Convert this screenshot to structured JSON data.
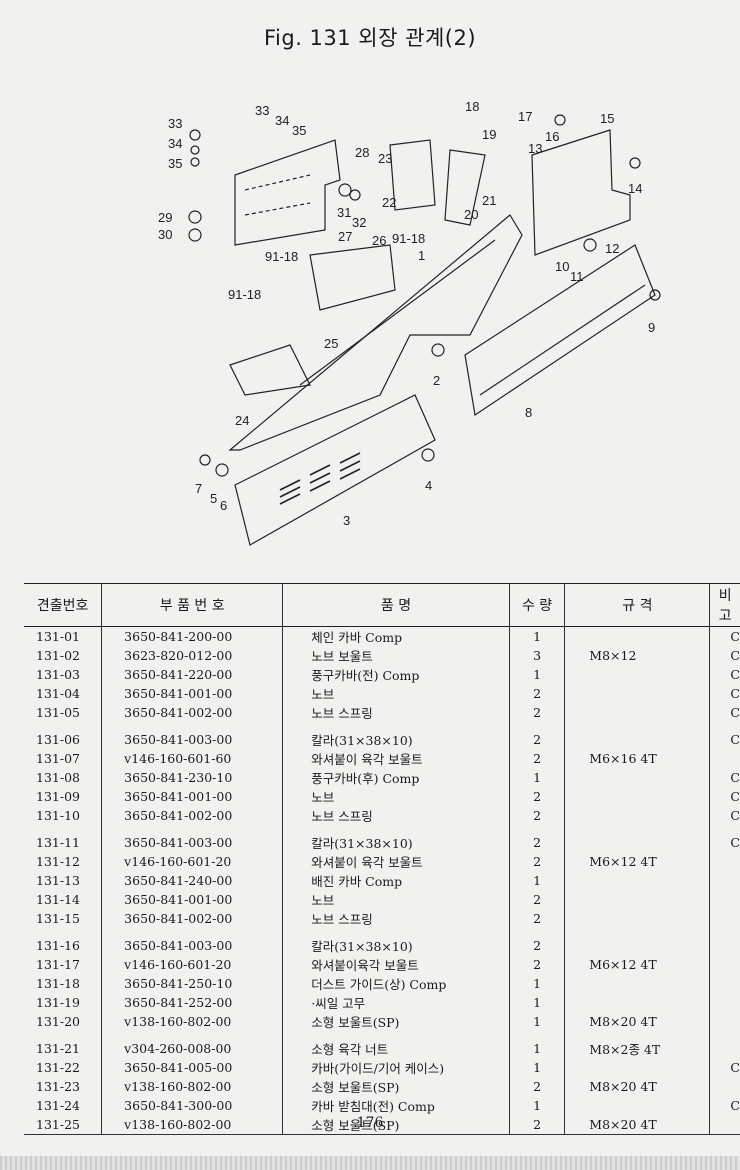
{
  "page": {
    "title": "Fig. 131 외장 관계(2)",
    "page_number": "176"
  },
  "diagram": {
    "callouts": [
      "33",
      "34",
      "35",
      "28",
      "23",
      "18",
      "19",
      "17",
      "15",
      "16",
      "13",
      "14",
      "29",
      "30",
      "31",
      "32",
      "22",
      "20",
      "21",
      "27",
      "26",
      "91-18",
      "1",
      "12",
      "10",
      "11",
      "9",
      "91-18",
      "25",
      "2",
      "8",
      "24",
      "4",
      "7",
      "5",
      "6",
      "3"
    ]
  },
  "table": {
    "headers": {
      "ref": "견출번호",
      "part_no": "부 품 번 호",
      "name": "품 명",
      "qty": "수 량",
      "spec": "규 격",
      "remark": "비 고"
    },
    "rows": [
      {
        "ref": "131-01",
        "part_no": "3650-841-200-00",
        "name": "체인 카바 Comp",
        "qty": "1",
        "spec": "",
        "remark": "C"
      },
      {
        "ref": "131-02",
        "part_no": "3623-820-012-00",
        "name": "노브 보울트",
        "qty": "3",
        "spec": "M8×12",
        "remark": "C"
      },
      {
        "ref": "131-03",
        "part_no": "3650-841-220-00",
        "name": "풍구카바(전) Comp",
        "qty": "1",
        "spec": "",
        "remark": "C"
      },
      {
        "ref": "131-04",
        "part_no": "3650-841-001-00",
        "name": "노브",
        "qty": "2",
        "spec": "",
        "remark": "C"
      },
      {
        "ref": "131-05",
        "part_no": "3650-841-002-00",
        "name": "노브 스프링",
        "qty": "2",
        "spec": "",
        "remark": "C"
      },
      {
        "ref": "131-06",
        "part_no": "3650-841-003-00",
        "name": "칼라(31×38×10)",
        "qty": "2",
        "spec": "",
        "remark": "C"
      },
      {
        "ref": "131-07",
        "part_no": "v146-160-601-60",
        "name": "와셔붙이 육각 보울트",
        "qty": "2",
        "spec": "M6×16 4T",
        "remark": ""
      },
      {
        "ref": "131-08",
        "part_no": "3650-841-230-10",
        "name": "풍구카바(후) Comp",
        "qty": "1",
        "spec": "",
        "remark": "C"
      },
      {
        "ref": "131-09",
        "part_no": "3650-841-001-00",
        "name": "노브",
        "qty": "2",
        "spec": "",
        "remark": "C"
      },
      {
        "ref": "131-10",
        "part_no": "3650-841-002-00",
        "name": "노브 스프링",
        "qty": "2",
        "spec": "",
        "remark": "C"
      },
      {
        "ref": "131-11",
        "part_no": "3650-841-003-00",
        "name": "칼라(31×38×10)",
        "qty": "2",
        "spec": "",
        "remark": "C"
      },
      {
        "ref": "131-12",
        "part_no": "v146-160-601-20",
        "name": "와셔붙이 육각 보울트",
        "qty": "2",
        "spec": "M6×12 4T",
        "remark": ""
      },
      {
        "ref": "131-13",
        "part_no": "3650-841-240-00",
        "name": "배진 카바 Comp",
        "qty": "1",
        "spec": "",
        "remark": ""
      },
      {
        "ref": "131-14",
        "part_no": "3650-841-001-00",
        "name": "노브",
        "qty": "2",
        "spec": "",
        "remark": ""
      },
      {
        "ref": "131-15",
        "part_no": "3650-841-002-00",
        "name": "노브 스프링",
        "qty": "2",
        "spec": "",
        "remark": ""
      },
      {
        "ref": "131-16",
        "part_no": "3650-841-003-00",
        "name": "칼라(31×38×10)",
        "qty": "2",
        "spec": "",
        "remark": ""
      },
      {
        "ref": "131-17",
        "part_no": "v146-160-601-20",
        "name": "와셔붙이육각 보울트",
        "qty": "2",
        "spec": "M6×12 4T",
        "remark": ""
      },
      {
        "ref": "131-18",
        "part_no": "3650-841-250-10",
        "name": "더스트 가이드(상) Comp",
        "qty": "1",
        "spec": "",
        "remark": ""
      },
      {
        "ref": "131-19",
        "part_no": "3650-841-252-00",
        "name": "·씨일 고무",
        "qty": "1",
        "spec": "",
        "remark": ""
      },
      {
        "ref": "131-20",
        "part_no": "v138-160-802-00",
        "name": "소형 보울트(SP)",
        "qty": "1",
        "spec": "M8×20 4T",
        "remark": ""
      },
      {
        "ref": "131-21",
        "part_no": "v304-260-008-00",
        "name": "소형 육각 너트",
        "qty": "1",
        "spec": "M8×2종 4T",
        "remark": ""
      },
      {
        "ref": "131-22",
        "part_no": "3650-841-005-00",
        "name": "카바(가이드/기어 케이스)",
        "qty": "1",
        "spec": "",
        "remark": "C"
      },
      {
        "ref": "131-23",
        "part_no": "v138-160-802-00",
        "name": "소형 보울트(SP)",
        "qty": "2",
        "spec": "M8×20 4T",
        "remark": ""
      },
      {
        "ref": "131-24",
        "part_no": "3650-841-300-00",
        "name": "카바 받침대(전) Comp",
        "qty": "1",
        "spec": "",
        "remark": "C"
      },
      {
        "ref": "131-25",
        "part_no": "v138-160-802-00",
        "name": "소형 보울트(SP)",
        "qty": "2",
        "spec": "M8×20 4T",
        "remark": ""
      }
    ]
  }
}
